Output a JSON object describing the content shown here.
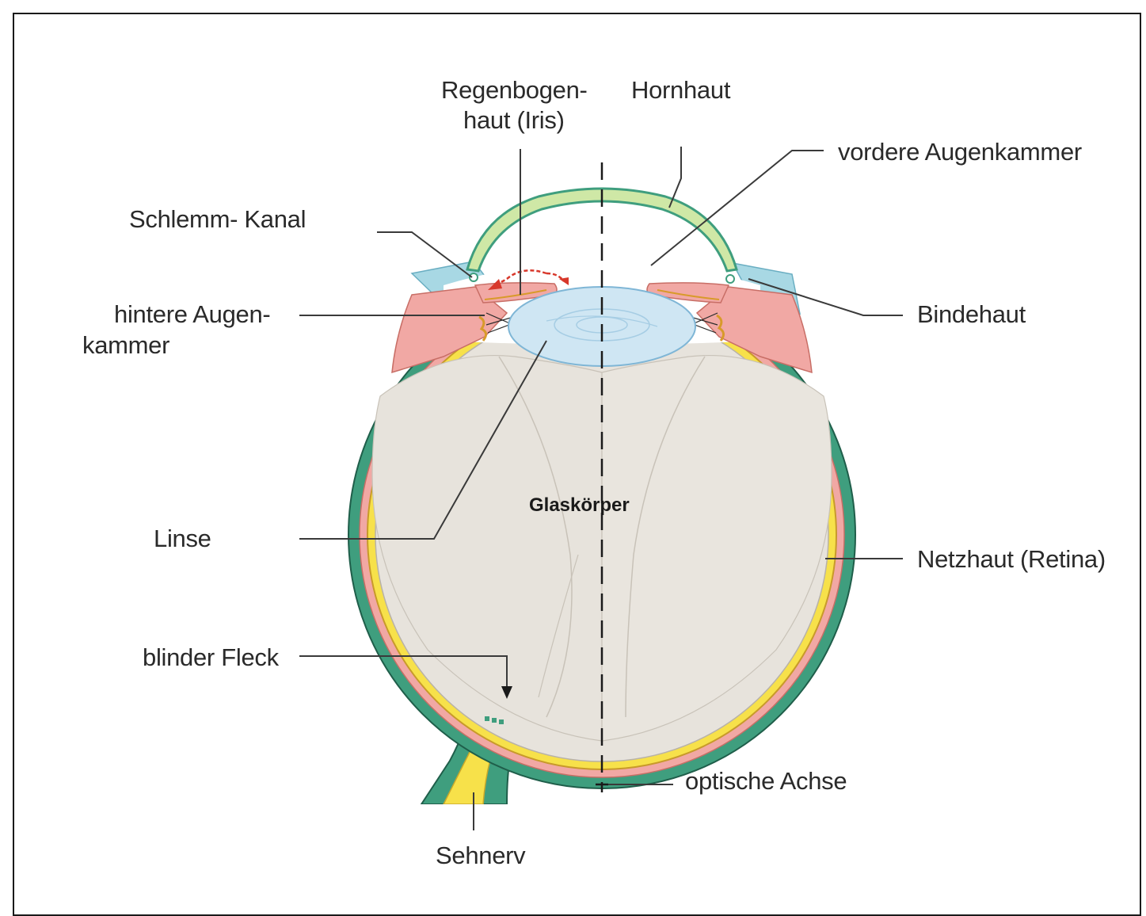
{
  "labels": {
    "regenbogen_line1": "Regenbogen-",
    "regenbogen_line2": "haut (Iris)",
    "hornhaut": "Hornhaut",
    "vordere_augenkammer": "vordere Augenkammer",
    "schlemm_kanal": "Schlemm- Kanal",
    "hintere_line1": "hintere Augen-",
    "hintere_line2": "kammer",
    "bindehaut": "Bindehaut",
    "glaskoerper": "Glaskörper",
    "linse": "Linse",
    "netzhaut": "Netzhaut (Retina)",
    "blinder_fleck": "blinder Fleck",
    "optische_achse": "optische Achse",
    "sehnerv": "Sehnerv"
  },
  "colors": {
    "sclera": "#3f9e7e",
    "choroid": "#f1a8a4",
    "retina": "#f7e14a",
    "vitreous": "#e7e3dc",
    "lens": "#cfe6f3",
    "cornea": "#cfe8a6",
    "conjunctiva": "#a8d8e4",
    "iris_arrows": "#d8382b"
  }
}
